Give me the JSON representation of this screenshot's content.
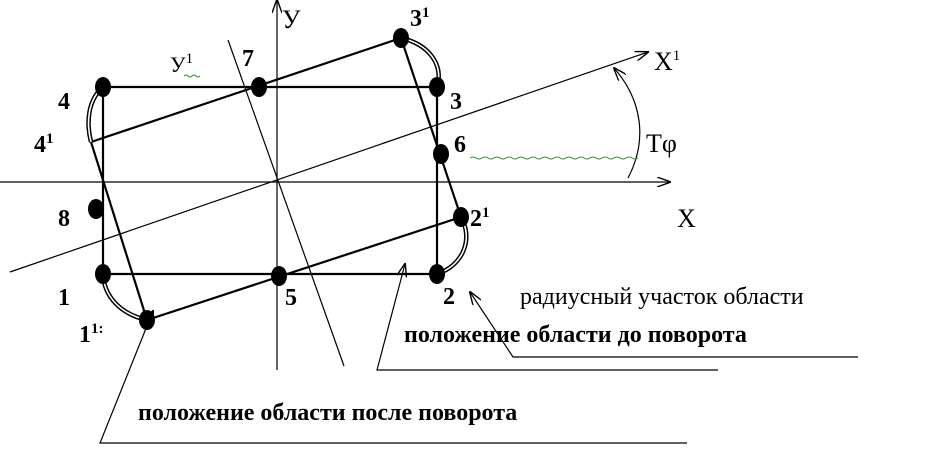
{
  "axes": {
    "x": "X",
    "y": "У",
    "x1_base": "X",
    "x1_sup": "1",
    "y1_base": "У",
    "y1_sup": "1",
    "angle": "Tφ"
  },
  "points": {
    "p1": "1",
    "p1r_base": "1",
    "p1r_sup": "1:",
    "p2": "2",
    "p2r_base": "2",
    "p2r_sup": "1",
    "p3": "3",
    "p3r_base": "3",
    "p3r_sup": "1",
    "p4": "4",
    "p4r_base": "4",
    "p4r_sup": "1",
    "p5": "5",
    "p6": "6",
    "p7": "7",
    "p8": "8"
  },
  "captions": {
    "radius_section": "радиусный участок области",
    "before_rotation": "положение области до поворота",
    "after_rotation": "положение области после поворота"
  }
}
